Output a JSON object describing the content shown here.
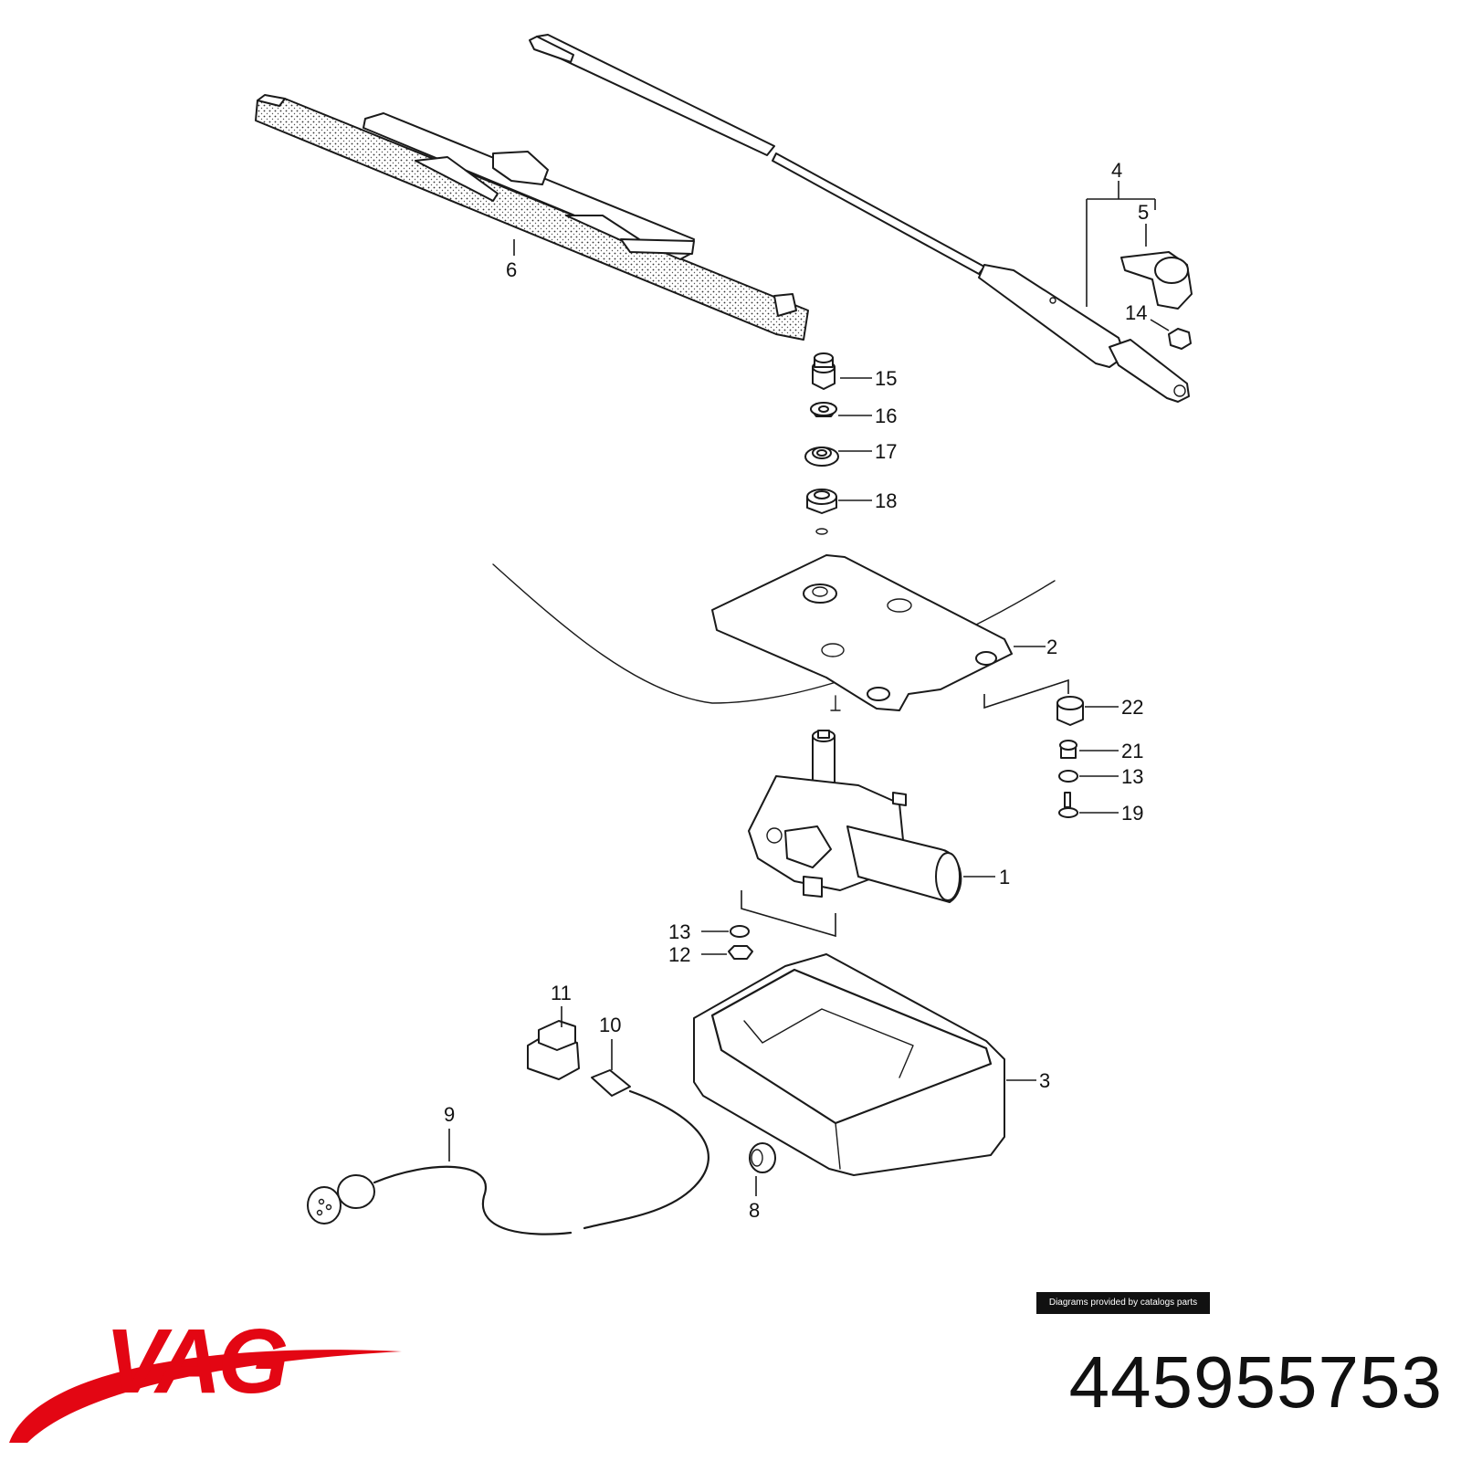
{
  "diagram": {
    "callouts": [
      {
        "id": "c1",
        "label": "1"
      },
      {
        "id": "c2",
        "label": "2"
      },
      {
        "id": "c3",
        "label": "3"
      },
      {
        "id": "c4",
        "label": "4"
      },
      {
        "id": "c5",
        "label": "5"
      },
      {
        "id": "c6",
        "label": "6"
      },
      {
        "id": "c8",
        "label": "8"
      },
      {
        "id": "c9",
        "label": "9"
      },
      {
        "id": "c10",
        "label": "10"
      },
      {
        "id": "c11",
        "label": "11"
      },
      {
        "id": "c12",
        "label": "12"
      },
      {
        "id": "c13a",
        "label": "13"
      },
      {
        "id": "c13b",
        "label": "13"
      },
      {
        "id": "c14",
        "label": "14"
      },
      {
        "id": "c15",
        "label": "15"
      },
      {
        "id": "c16",
        "label": "16"
      },
      {
        "id": "c17",
        "label": "17"
      },
      {
        "id": "c18",
        "label": "18"
      },
      {
        "id": "c19",
        "label": "19"
      },
      {
        "id": "c21",
        "label": "21"
      },
      {
        "id": "c22",
        "label": "22"
      }
    ]
  },
  "credit": "Diagrams provided by catalogs parts",
  "brand": {
    "name": "VAG",
    "color": "#e30613"
  },
  "part_number": "445955753"
}
